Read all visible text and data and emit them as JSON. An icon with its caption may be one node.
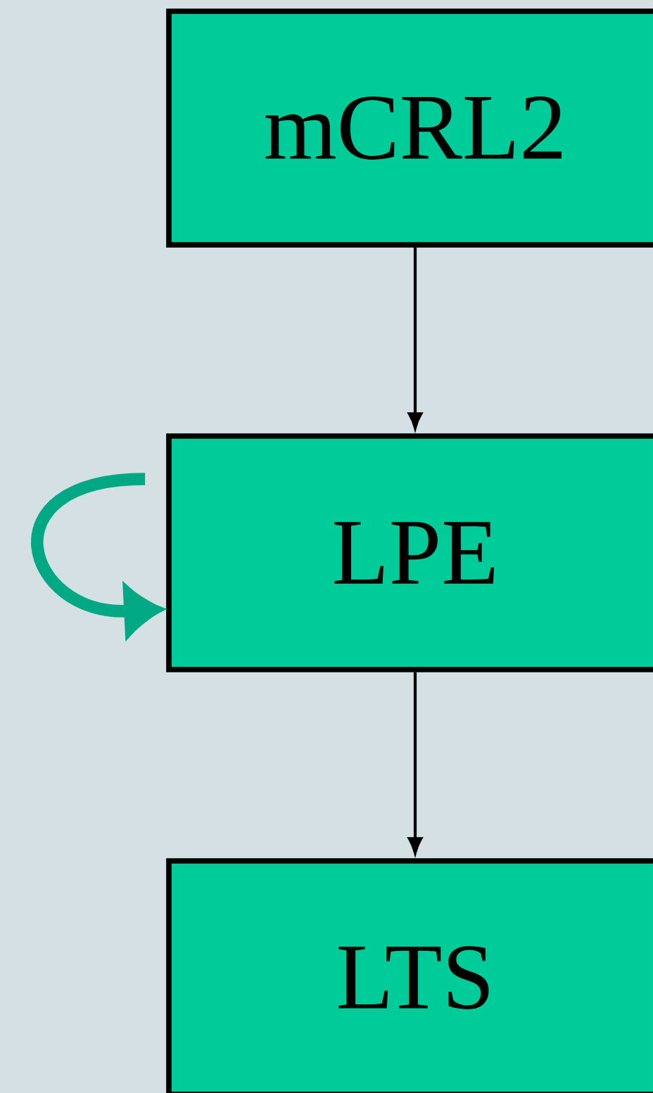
{
  "diagram": {
    "nodes": [
      {
        "text": [
          "mCRL2"
        ]
      },
      {
        "text": [
          "LPE"
        ]
      },
      {
        "text": [
          "LTS"
        ]
      }
    ],
    "edges": [
      {
        "from": 0,
        "to": 1,
        "arrow": "to"
      },
      {
        "from": 1,
        "to": 2,
        "arrow": "to"
      },
      {
        "from": 1,
        "to": 1,
        "arrow": "to",
        "style": "thick",
        "color": "#00a884"
      }
    ]
  }
}
